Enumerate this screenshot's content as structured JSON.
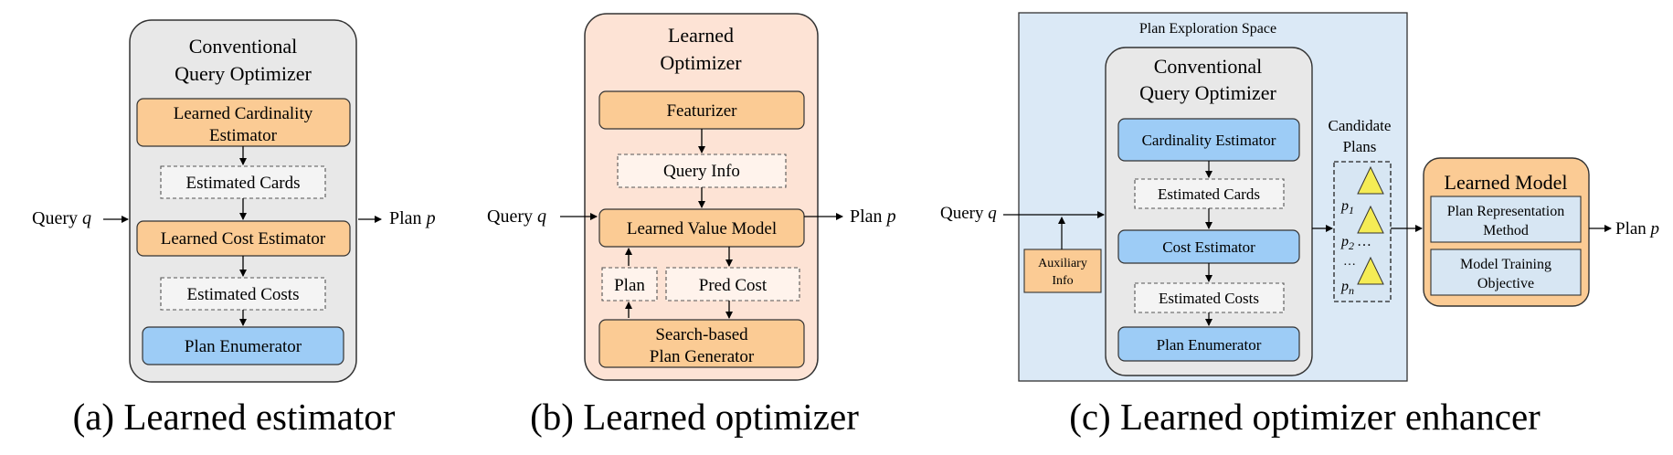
{
  "colors": {
    "gray_panel": "#e8e8e8",
    "peach_panel": "#fde3d5",
    "orange_box": "#fbcb94",
    "blue_box": "#9dccf6",
    "blue_space": "#dbe9f6",
    "light_blue_box": "#d7e6f3",
    "triangle": "#f5ec55",
    "border": "#333333"
  },
  "panel_a": {
    "title_line1": "Conventional",
    "title_line2": "Query Optimizer",
    "card_est_line1": "Learned Cardinality",
    "card_est_line2": "Estimator",
    "est_cards": "Estimated Cards",
    "cost_est": "Learned Cost Estimator",
    "est_costs": "Estimated Costs",
    "plan_enum": "Plan Enumerator",
    "query_label": "Query",
    "query_var": "q",
    "plan_label": "Plan",
    "plan_var": "p",
    "caption": "(a) Learned estimator"
  },
  "panel_b": {
    "title_line1": "Learned",
    "title_line2": "Optimizer",
    "featurizer": "Featurizer",
    "query_info": "Query Info",
    "value_model": "Learned Value Model",
    "plan": "Plan",
    "pred_cost": "Pred Cost",
    "generator_line1": "Search-based",
    "generator_line2": "Plan Generator",
    "query_label": "Query",
    "query_var": "q",
    "plan_label": "Plan",
    "plan_var": "p",
    "caption": "(b) Learned optimizer"
  },
  "panel_c": {
    "space_title": "Plan Exploration Space",
    "title_line1": "Conventional",
    "title_line2": "Query Optimizer",
    "card_est": "Cardinality Estimator",
    "est_cards": "Estimated Cards",
    "cost_est": "Cost Estimator",
    "est_costs": "Estimated Costs",
    "plan_enum": "Plan Enumerator",
    "aux_line1": "Auxiliary",
    "aux_line2": "Info",
    "candidates_line1": "Candidate",
    "candidates_line2": "Plans",
    "p1": "p",
    "p1_sub": "1",
    "p2": "p",
    "p2_sub": "2",
    "dots_after_p2": "…",
    "dots_before_pn": "…",
    "pn": "p",
    "pn_sub": "n",
    "model_title": "Learned Model",
    "rep_line1": "Plan Representation",
    "rep_line2": "Method",
    "train_line1": "Model Training",
    "train_line2": "Objective",
    "query_label": "Query",
    "query_var": "q",
    "plan_label": "Plan",
    "plan_var": "p",
    "caption": "(c) Learned optimizer enhancer"
  }
}
